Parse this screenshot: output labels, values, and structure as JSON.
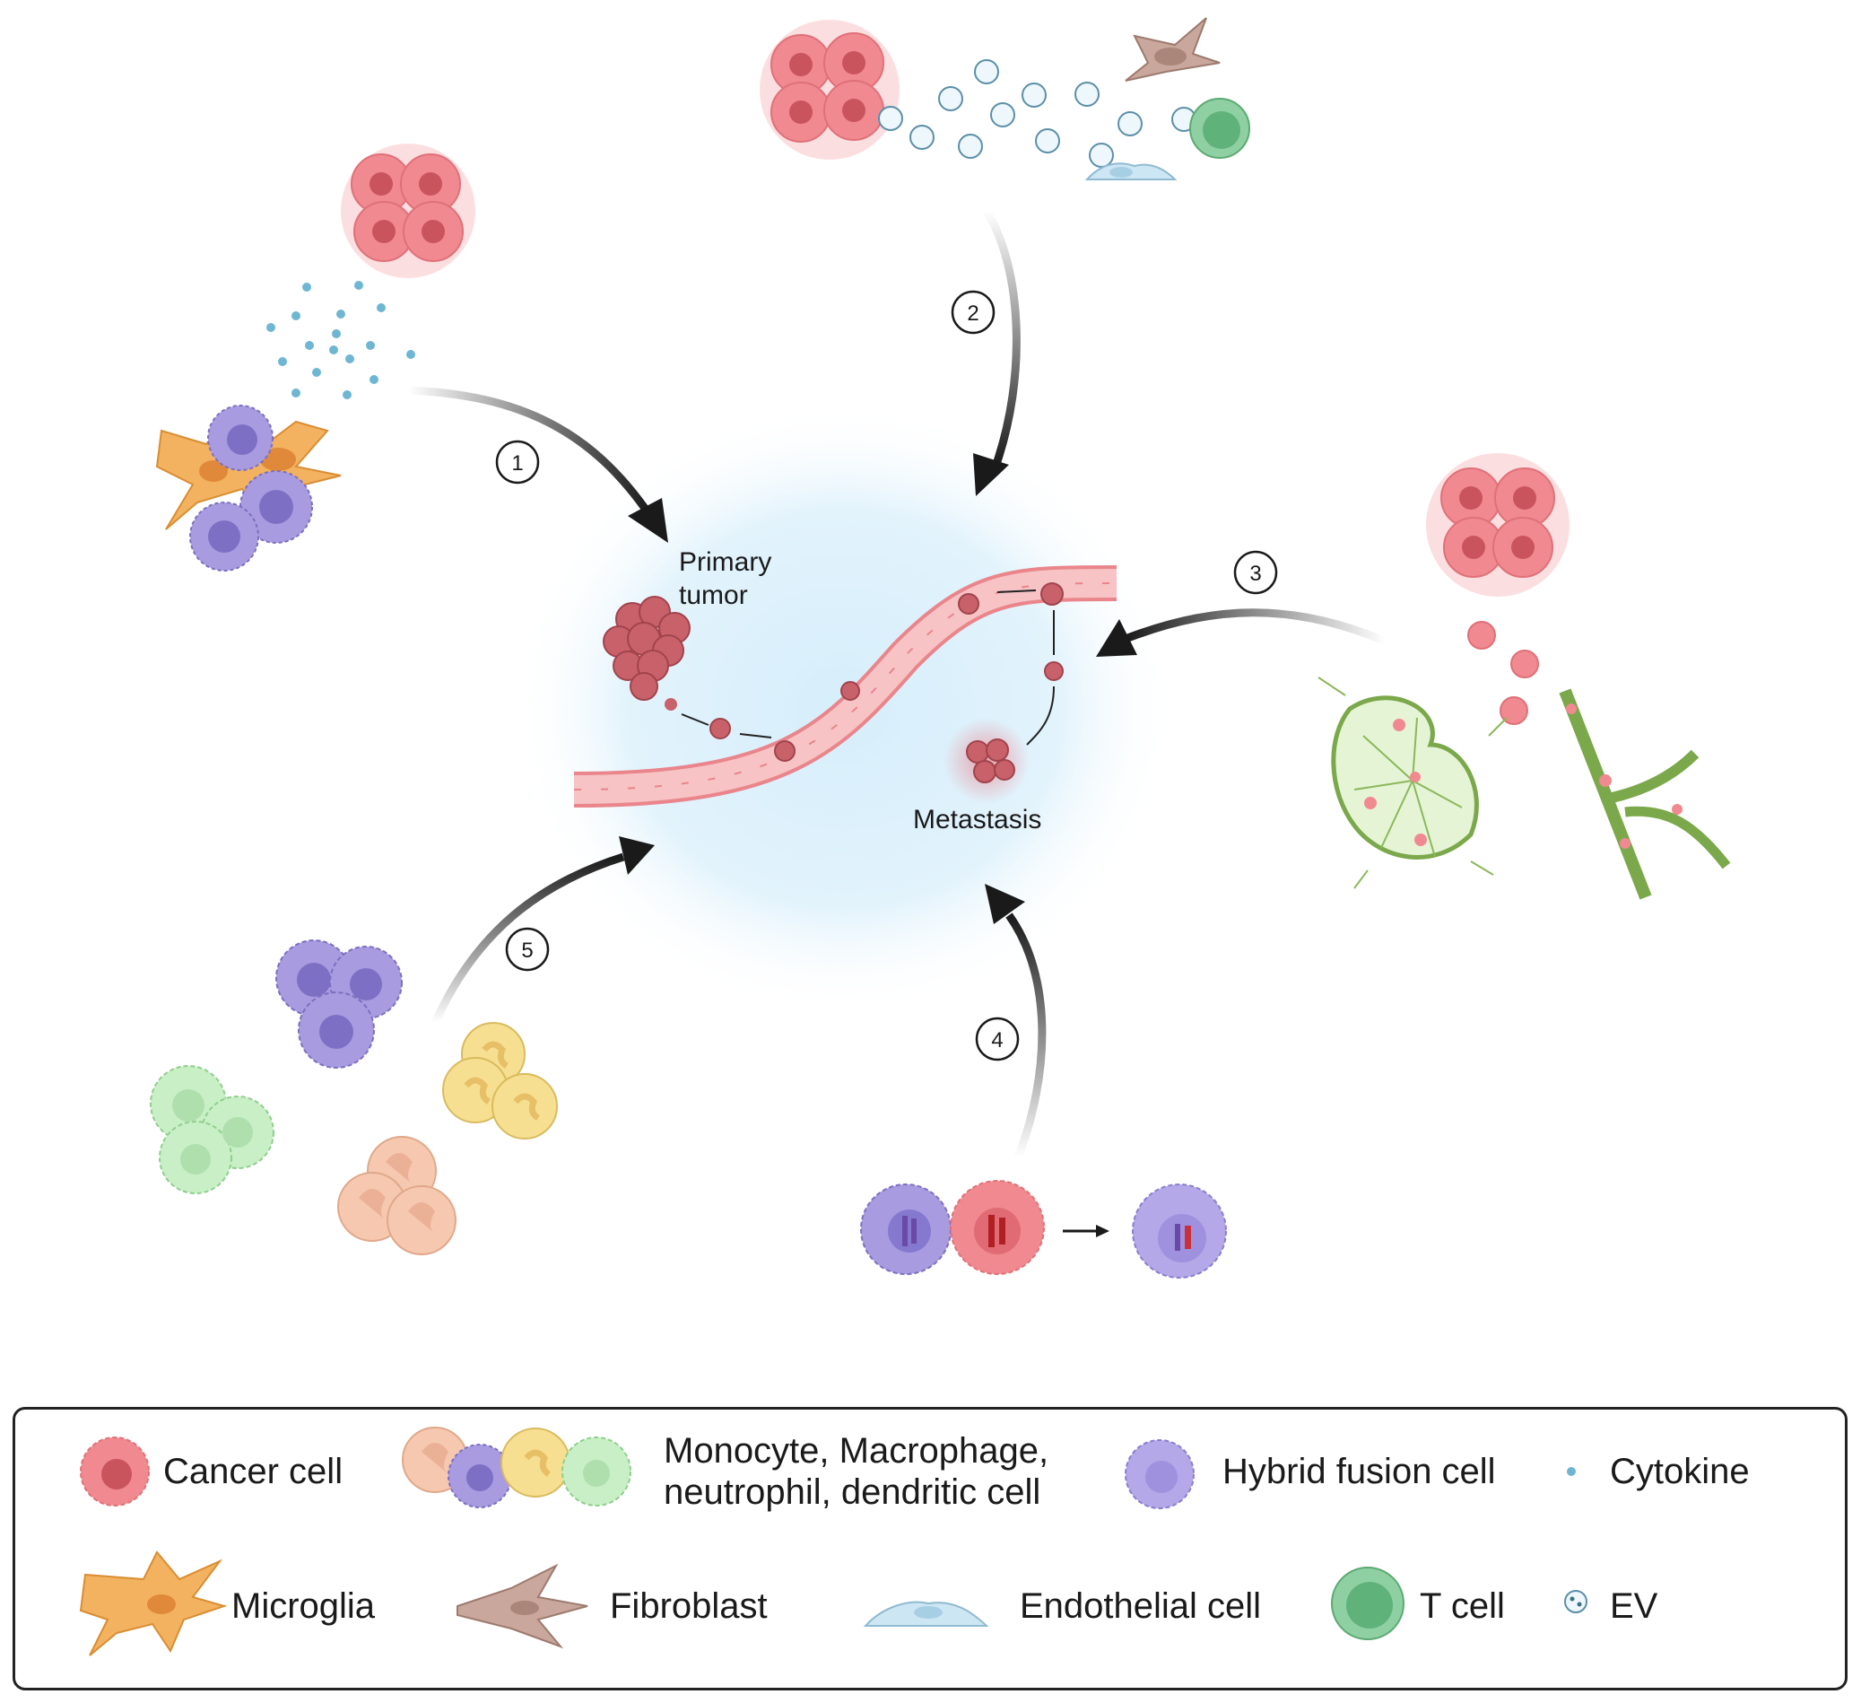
{
  "diagram": {
    "labels": {
      "primary_tumor_line1": "Primary",
      "primary_tumor_line2": "tumor",
      "metastasis": "Metastasis"
    },
    "steps": [
      "1",
      "2",
      "3",
      "4",
      "5"
    ]
  },
  "legend": {
    "items": [
      {
        "key": "cancer",
        "label": "Cancer cell"
      },
      {
        "key": "immune",
        "label_line1": "Monocyte, Macrophage,",
        "label_line2": "neutrophil, dendritic cell"
      },
      {
        "key": "hybrid",
        "label": "Hybrid fusion cell"
      },
      {
        "key": "cytokine",
        "label": "Cytokine"
      },
      {
        "key": "microglia",
        "label": "Microglia"
      },
      {
        "key": "fibroblast",
        "label": "Fibroblast"
      },
      {
        "key": "endothelial",
        "label": "Endothelial cell"
      },
      {
        "key": "tcell",
        "label": "T cell"
      },
      {
        "key": "ev",
        "label": "EV"
      }
    ]
  },
  "colors": {
    "cancer": "#f08a90",
    "cancer_nucleus": "#c9545d",
    "hybrid": "#a99be0",
    "monocyte": "#f6c8b0",
    "neutrophil": "#f7df92",
    "dendritic": "#c9efc7",
    "microglia": "#f2b260",
    "fibroblast": "#c9a79c",
    "endothelial": "#cde6f3",
    "tcell": "#8fd0a3",
    "cytokine": "#6eb6d2",
    "halo": "#d9effb",
    "vessel": "#f4b1b3",
    "lymph": "#8ab85a",
    "arrow": "#1a1a1a"
  }
}
